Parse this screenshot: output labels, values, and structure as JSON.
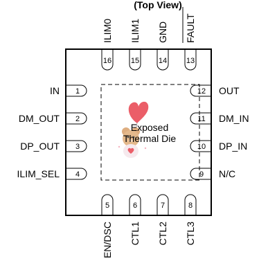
{
  "view_label": "(Top View)",
  "exposed_pad_label_lines": [
    "Exposed",
    "Thermal Die"
  ],
  "pins": {
    "left": [
      {
        "number": "1",
        "name": "IN"
      },
      {
        "number": "2",
        "name": "DM_OUT"
      },
      {
        "number": "3",
        "name": "DP_OUT"
      },
      {
        "number": "4",
        "name": "ILIM_SEL"
      }
    ],
    "bottom": [
      {
        "number": "5",
        "name": "EN/DSC"
      },
      {
        "number": "6",
        "name": "CTL1"
      },
      {
        "number": "7",
        "name": "CTL2"
      },
      {
        "number": "8",
        "name": "CTL3"
      }
    ],
    "right": [
      {
        "number": "9",
        "name": "N/C"
      },
      {
        "number": "10",
        "name": "DP_IN"
      },
      {
        "number": "11",
        "name": "DM_IN"
      },
      {
        "number": "12",
        "name": "OUT"
      }
    ],
    "top": [
      {
        "number": "13",
        "name": "FAULT"
      },
      {
        "number": "14",
        "name": "GND"
      },
      {
        "number": "15",
        "name": "ILIM1"
      },
      {
        "number": "16",
        "name": "ILIM0"
      }
    ]
  },
  "overlay_icon": "teddy-bear-with-heart-balloon-icon"
}
